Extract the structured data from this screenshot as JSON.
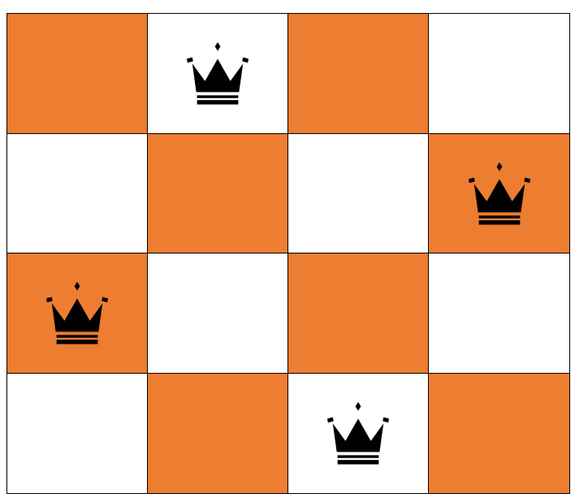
{
  "board": {
    "rows": 4,
    "cols": 4,
    "colors": {
      "dark": "#ED7D31",
      "light": "#FFFFFF",
      "piece": "#000000"
    },
    "pattern": [
      [
        "dark",
        "light",
        "dark",
        "light"
      ],
      [
        "light",
        "dark",
        "light",
        "dark"
      ],
      [
        "dark",
        "light",
        "dark",
        "light"
      ],
      [
        "light",
        "dark",
        "light",
        "dark"
      ]
    ],
    "queens": [
      {
        "row": 0,
        "col": 1,
        "icon": "queen-crown-icon"
      },
      {
        "row": 1,
        "col": 3,
        "icon": "queen-crown-icon"
      },
      {
        "row": 2,
        "col": 0,
        "icon": "queen-crown-icon"
      },
      {
        "row": 3,
        "col": 2,
        "icon": "queen-crown-icon"
      }
    ]
  }
}
